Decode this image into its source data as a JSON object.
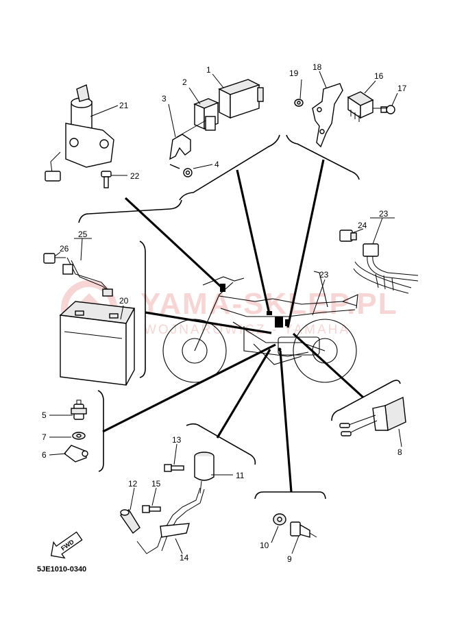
{
  "watermark": {
    "title": "YAMA-SKLEP.PL",
    "subtitle": "WOJNAROWICZ - YAMAHA",
    "color": "#f2b3b3"
  },
  "diagram_code": "5JE1010-0340",
  "fwd_label": "FWD",
  "callouts": [
    "1",
    "2",
    "3",
    "4",
    "5",
    "6",
    "7",
    "8",
    "9",
    "10",
    "11",
    "12",
    "13",
    "14",
    "15",
    "16",
    "17",
    "18",
    "19",
    "20",
    "21",
    "22",
    "23",
    "23",
    "24",
    "25",
    "26"
  ]
}
